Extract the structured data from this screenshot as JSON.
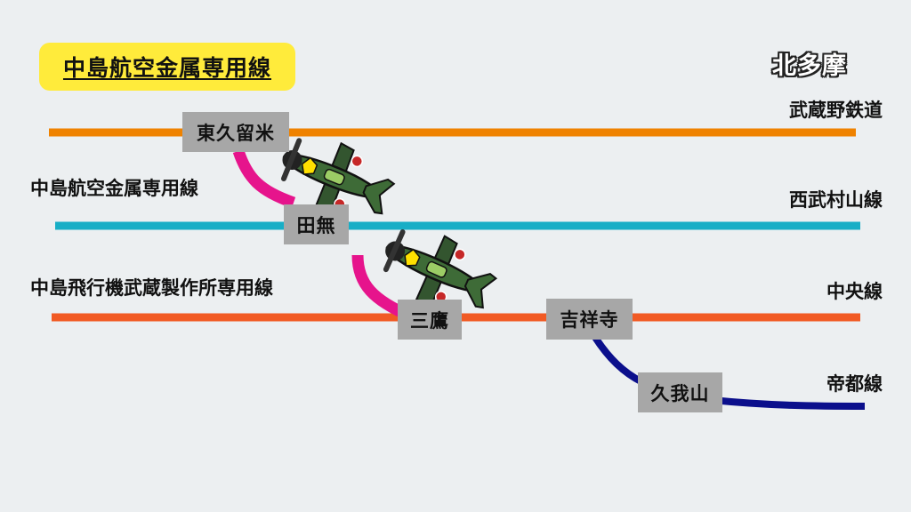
{
  "title": "中島航空金属専用線",
  "area": "北多摩",
  "lines": {
    "musashino": {
      "name": "武蔵野鉄道",
      "color": "#ef8200"
    },
    "seibu_murayama": {
      "name": "西武村山線",
      "color": "#18aec6"
    },
    "chuo": {
      "name": "中央線",
      "color": "#f15a24"
    },
    "teito": {
      "name": "帝都線",
      "color": "#0b0f8c"
    }
  },
  "spurs": {
    "kinzoku": {
      "name": "中島航空金属専用線",
      "color": "#e6148c"
    },
    "musashi": {
      "name": "中島飛行機武蔵製作所専用線",
      "color": "#e6148c"
    }
  },
  "stations": {
    "higashikurume": "東久留米",
    "tanashi": "田無",
    "mitaka": "三鷹",
    "kichijoji": "吉祥寺",
    "kugayama": "久我山"
  },
  "icons": [
    "airplane-icon",
    "airplane-icon"
  ],
  "colors": {
    "background": "#eceff1",
    "badge": "#ffeb3b",
    "station_box": "#a7a7a7"
  }
}
